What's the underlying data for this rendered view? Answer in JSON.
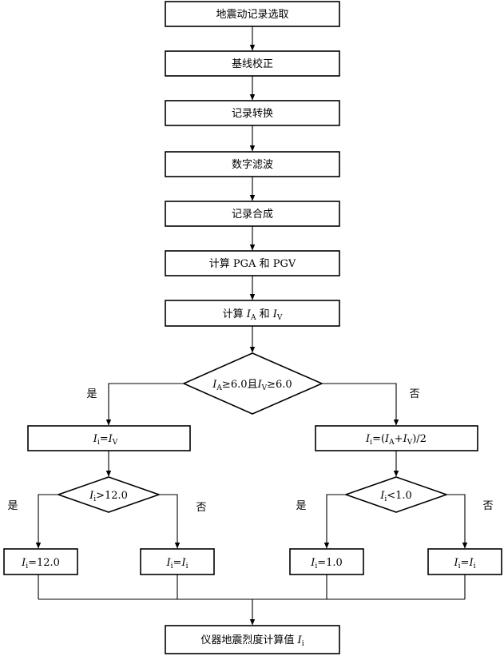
{
  "steps": {
    "s1": "地震动记录选取",
    "s2": "基线校正",
    "s3": "记录转换",
    "s4": "数字滤波",
    "s5": "记录合成",
    "s6": "计算 PGA 和 PGV",
    "s7": {
      "pre": "计算 ",
      "var1": "I",
      "sub1": "A",
      "mid": " 和 ",
      "var2": "I",
      "sub2": "V"
    }
  },
  "decision_main": {
    "v1": "I",
    "s1": "A",
    "mid": "≥6.0且",
    "v2": "I",
    "s2": "V",
    "post": "≥6.0"
  },
  "branch_labels": {
    "yes_main": "是",
    "no_main": "否",
    "yes_left": "是",
    "no_left": "否",
    "yes_right": "是",
    "no_right": "否"
  },
  "left_branch": {
    "assign": {
      "v1": "I",
      "s1": "i",
      "eq": "=",
      "v2": "I",
      "s2": "V"
    },
    "decision": {
      "v": "I",
      "s": "i",
      "rest": ">12.0"
    },
    "yes_result": {
      "v": "I",
      "s": "i",
      "rest": "=12.0"
    },
    "no_result": {
      "v1": "I",
      "s1": "i",
      "eq": "=",
      "v2": "I",
      "s2": "i"
    }
  },
  "right_branch": {
    "assign": {
      "v1": "I",
      "s1": "i",
      "p1": "=(",
      "v2": "I",
      "s2": "A",
      "plus": "+",
      "v3": "I",
      "s3": "V",
      "p2": ")/2"
    },
    "decision": {
      "v": "I",
      "s": "i",
      "rest": "<1.0"
    },
    "yes_result": {
      "v": "I",
      "s": "i",
      "rest": "=1.0"
    },
    "no_result": {
      "v1": "I",
      "s1": "i",
      "eq": "=",
      "v2": "I",
      "s2": "i"
    }
  },
  "final": {
    "pre": "仪器地震烈度计算值 ",
    "v": "I",
    "s": "i"
  }
}
